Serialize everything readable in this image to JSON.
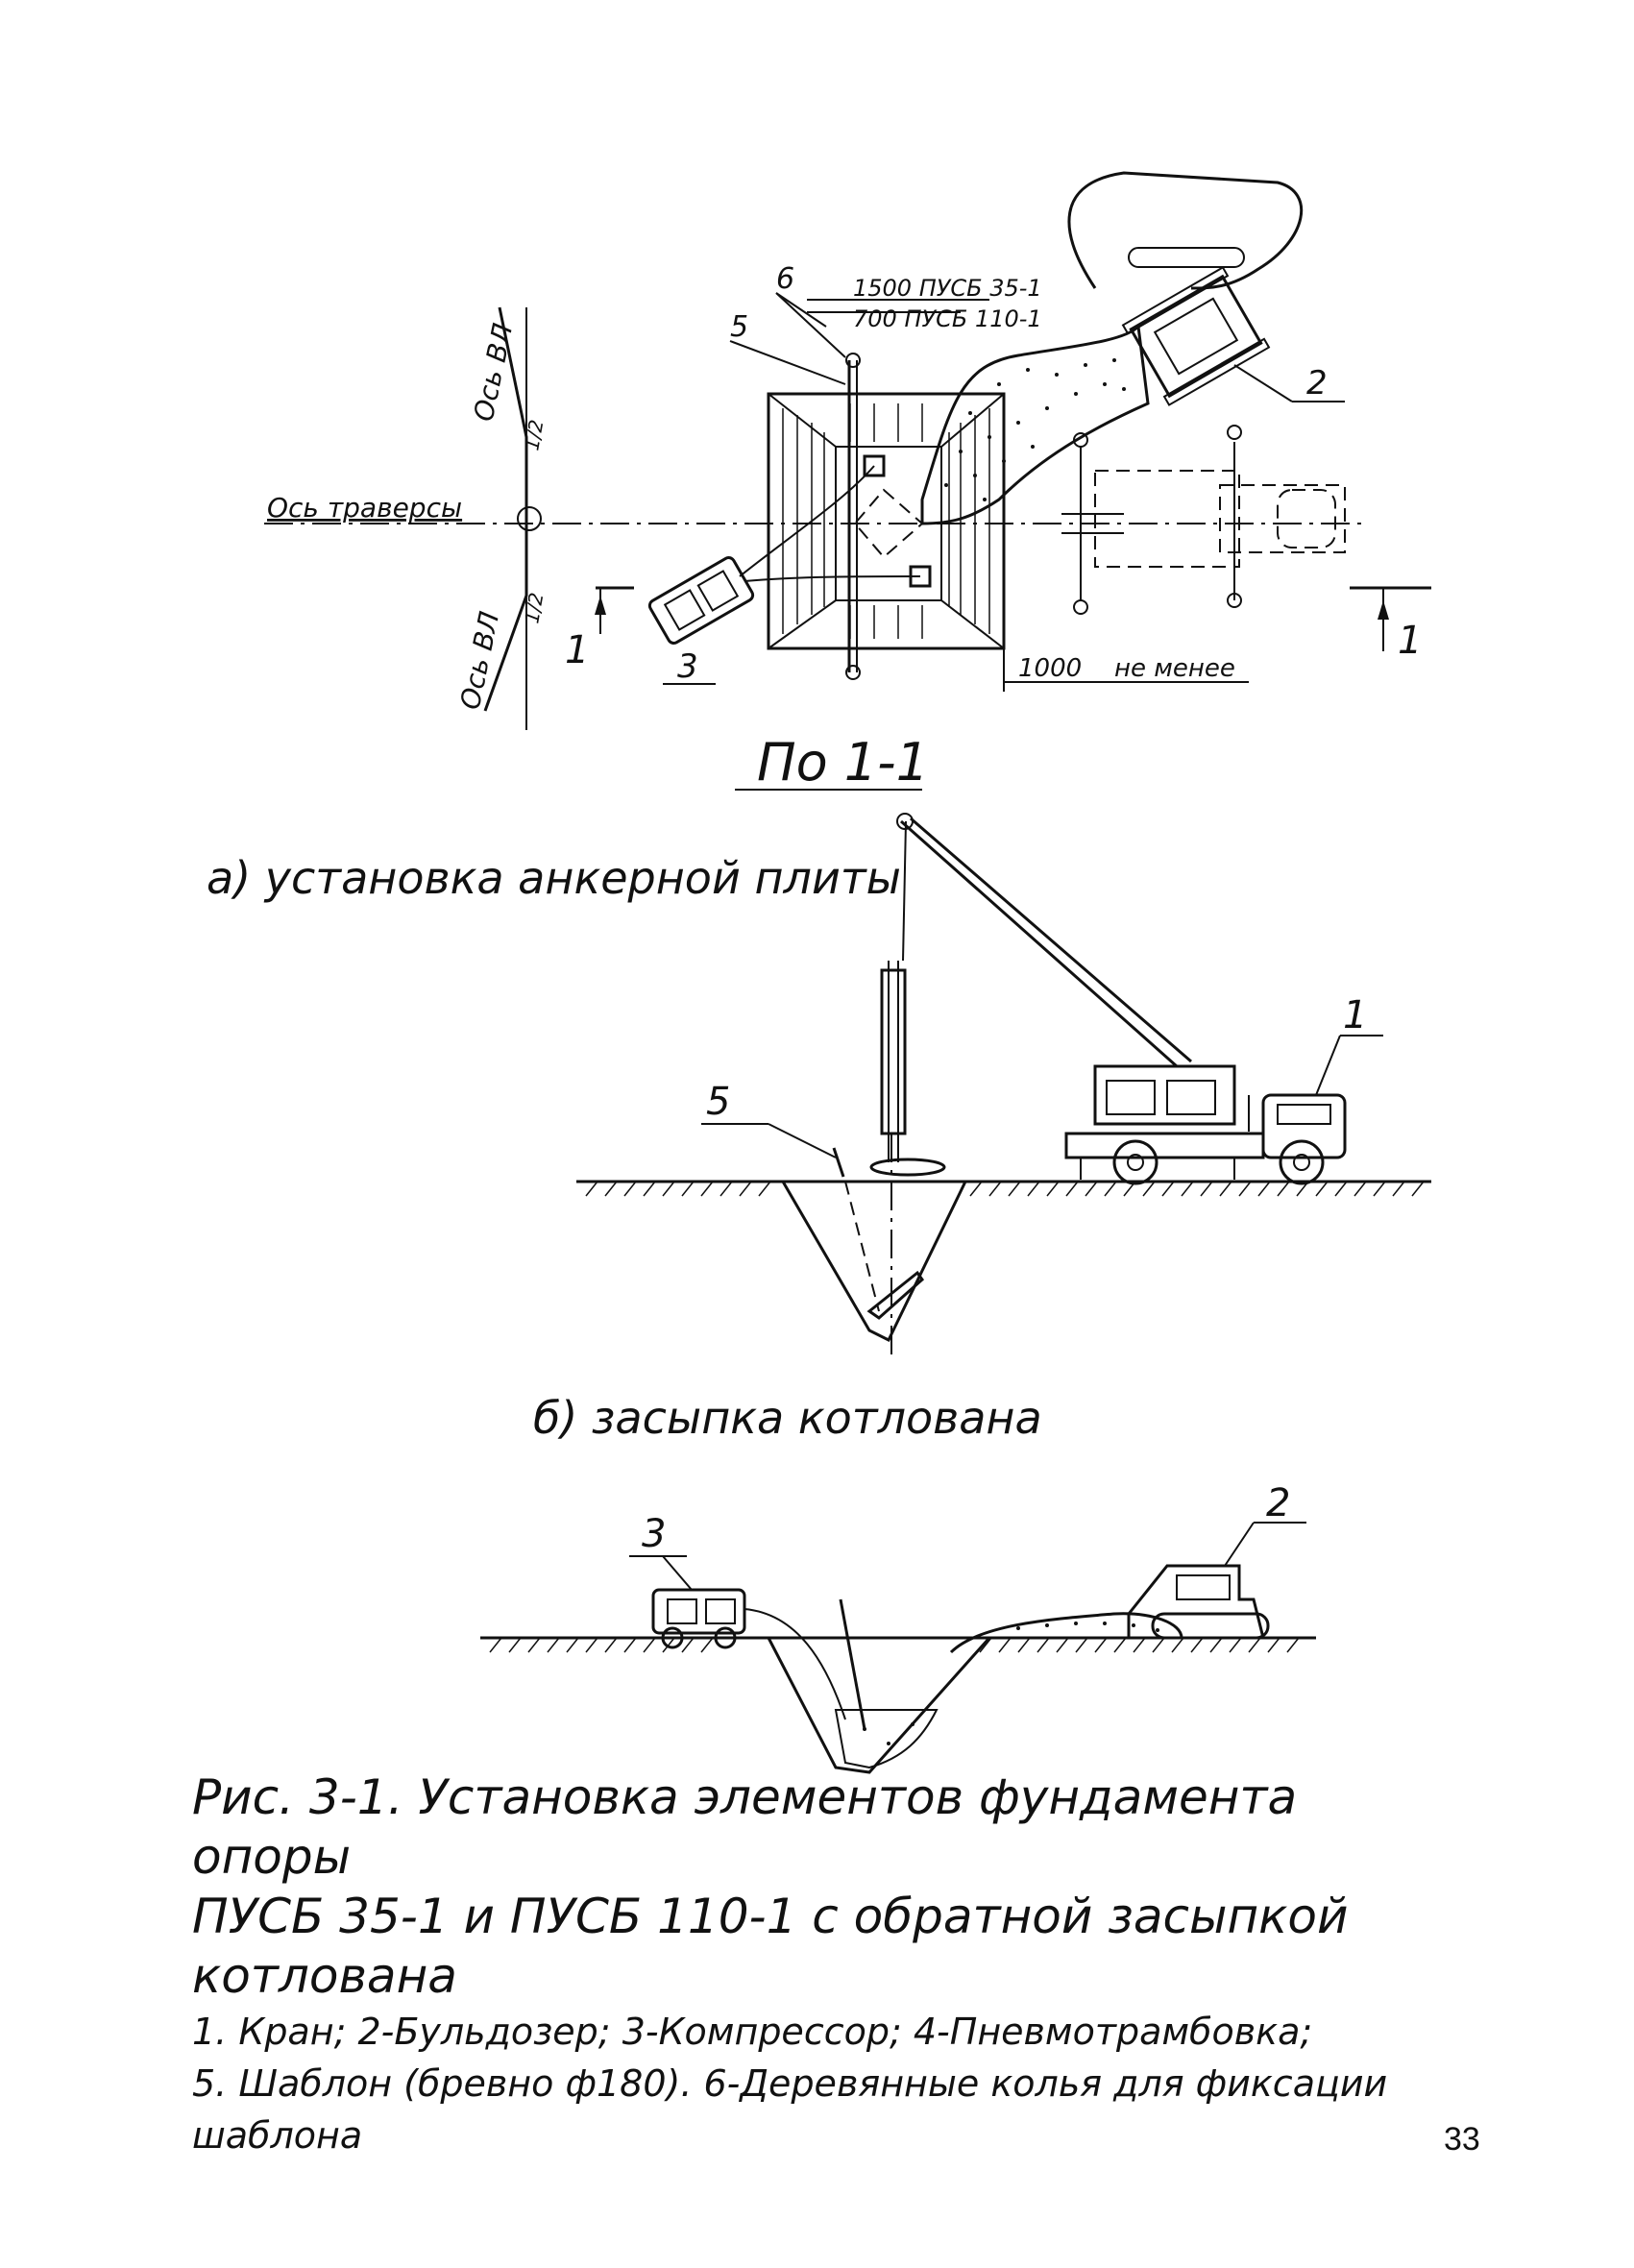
{
  "plan": {
    "axis_vl_upper": "Ось ВЛ",
    "axis_vl_lower": "Ось ВЛ",
    "axis_traverse": "Ось траверсы",
    "angle_upper": "1/2",
    "angle_lower": "1/2",
    "dim_top_1": "1500 ПУСБ 35-1",
    "dim_top_2": "700 ПУСБ 110-1",
    "dim_bottom_value": "1000",
    "dim_bottom_note": "не менее",
    "callout_6": "6",
    "callout_5": "5",
    "callout_2": "2",
    "callout_3": "3",
    "section_mark_left": "1",
    "section_mark_right": "1"
  },
  "section_title": "По 1-1",
  "view_a": {
    "title": "а) установка анкерной плиты",
    "callout_5": "5",
    "callout_1": "1"
  },
  "view_b": {
    "title": "б) засыпка котлована",
    "callout_3": "3",
    "callout_2": "2"
  },
  "caption": {
    "title_line1": "Рис. 3-1. Установка элементов фундамента опоры",
    "title_line2": "ПУСБ 35-1 и ПУСБ 110-1 с обратной засыпкой котлована",
    "legend_line1": "1. Кран; 2-Бульдозер; 3-Компрессор; 4-Пневмотрамбовка;",
    "legend_line2": "5. Шаблон (бревно ф180). 6-Деревянные колья для фиксации шаблона"
  },
  "page_number": "33"
}
